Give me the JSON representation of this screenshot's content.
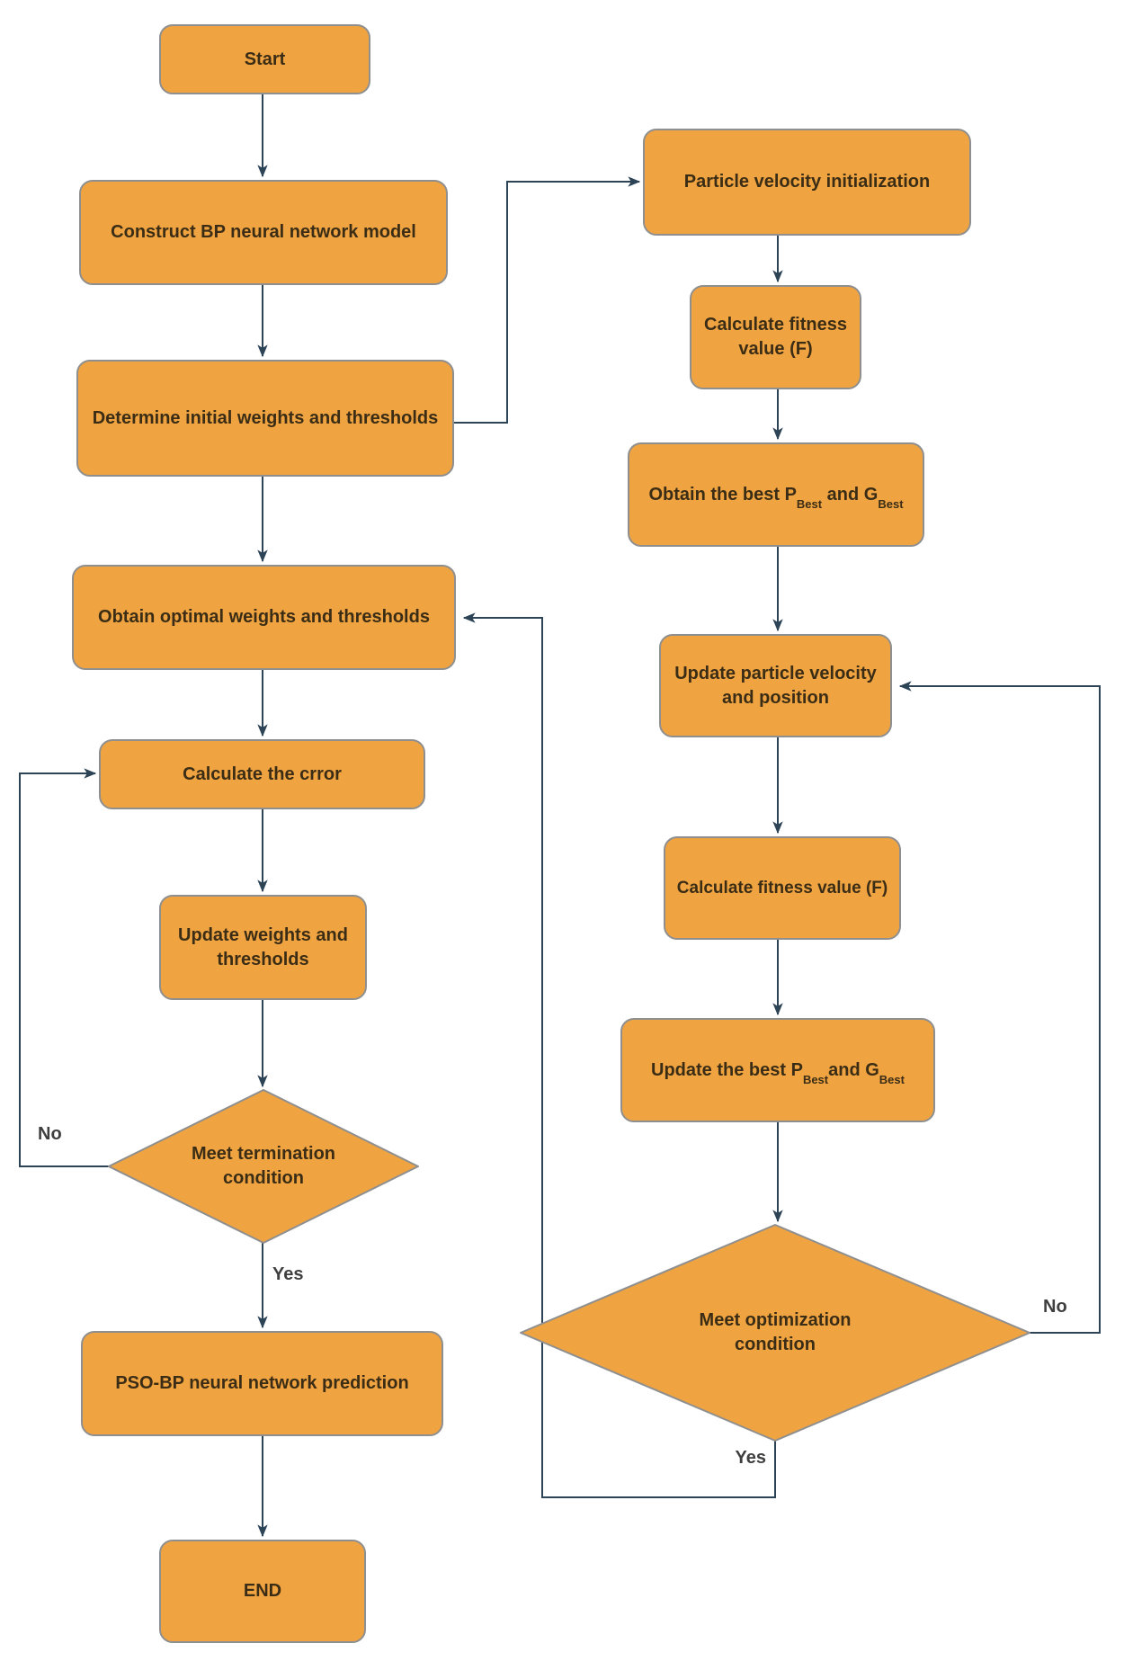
{
  "palette": {
    "node_fill": "#F0A441",
    "node_border": "#8f8f8f",
    "arrow": "#2d4356",
    "node_text": "#3b2d15",
    "label_text": "#3f3f3f"
  },
  "nodes": {
    "start": {
      "label": "Start"
    },
    "construct": {
      "label": "Construct BP neural network model"
    },
    "determine": {
      "label": "Determine initial weights and thresholds"
    },
    "obtain_optimal": {
      "label": "Obtain optimal weights and thresholds"
    },
    "calc_error": {
      "label": "Calculate the crror"
    },
    "update_weights": {
      "label": "Update weights and thresholds"
    },
    "meet_termination": {
      "label": "Meet termination condition"
    },
    "pso_bp": {
      "label": "PSO-BP neural network prediction"
    },
    "end": {
      "label": "END"
    },
    "particle_init": {
      "label": "Particle velocity initialization"
    },
    "fitness1": {
      "label": "Calculate fitness value (F)"
    },
    "obtain_best": {
      "pre": "Obtain the best P",
      "sub1": "Best",
      "mid": " and G",
      "sub2": "Best"
    },
    "update_particle": {
      "label": "Update particle velocity and position"
    },
    "fitness2": {
      "label": "Calculate fitness value (F)"
    },
    "update_best": {
      "pre": "Update the best P",
      "sub1": "Best",
      "mid": "and G",
      "sub2": "Best"
    },
    "meet_optimization": {
      "label": "Meet optimization condition"
    }
  },
  "edge_labels": {
    "no_left": "No",
    "yes_left": "Yes",
    "no_right": "No",
    "yes_right": "Yes"
  }
}
